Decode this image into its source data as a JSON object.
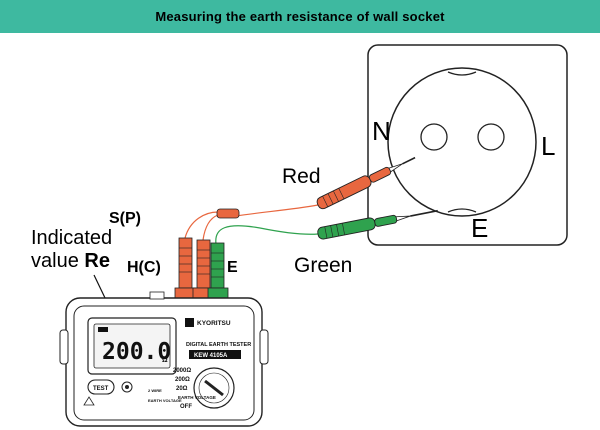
{
  "title": "Measuring the earth resistance of wall socket",
  "socket": {
    "label_n": "N",
    "label_l": "L",
    "label_e": "E"
  },
  "leads": {
    "red": "Red",
    "green": "Green"
  },
  "terminals": {
    "sp": "S(P)",
    "hc": "H(C)",
    "e": "E"
  },
  "indicated": {
    "line1": "Indicated",
    "line2_prefix": "value ",
    "line2_symbol": "Re"
  },
  "tester": {
    "brand": "KYORITSU",
    "model_title": "DIGITAL EARTH TESTER",
    "model_number": "KEW 4105A",
    "display_value": "200.0",
    "display_unit": "Ω",
    "test_button": "TEST",
    "ranges": [
      "2000Ω",
      "200Ω",
      "20Ω"
    ],
    "switch_labels": [
      "EARTH VOLTAGE",
      "OFF"
    ],
    "side_labels": [
      "2 WIRE",
      "EARTH VOLTAGE"
    ]
  },
  "colors": {
    "banner": "#3eb9a0",
    "red_lead": "#e8673f",
    "green_lead": "#2fa24e"
  }
}
